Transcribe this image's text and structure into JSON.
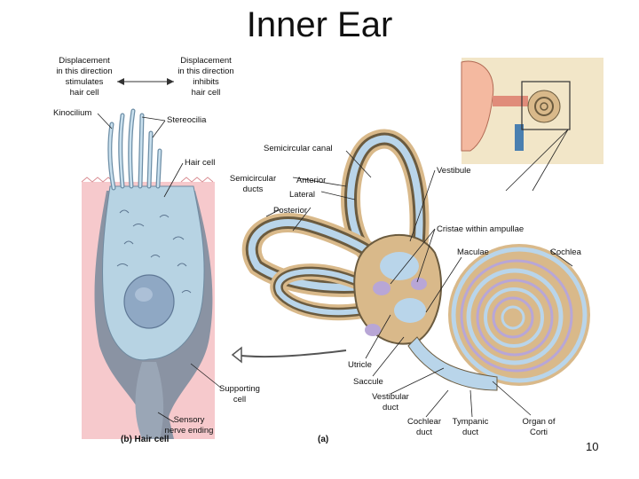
{
  "title": "Inner Ear",
  "page_number": "10",
  "hair_cell_panel": {
    "displacement_stimulates": [
      "Displacement",
      "in this direction",
      "stimulates",
      "hair cell"
    ],
    "displacement_inhibits": [
      "Displacement",
      "in this direction",
      "inhibits",
      "hair cell"
    ],
    "kinocilium": "Kinocilium",
    "stereocilia": "Stereocilia",
    "hair_cell": "Hair cell",
    "supporting_cell": [
      "Supporting",
      "cell"
    ],
    "sensory_nerve_ending": [
      "Sensory",
      "nerve ending"
    ],
    "caption": "(b) Hair cell"
  },
  "labyrinth_panel": {
    "semicircular_canal": "Semicircular canal",
    "semicircular_ducts": [
      "Semicircular",
      "ducts"
    ],
    "anterior": "Anterior",
    "lateral": "Lateral",
    "posterior": "Posterior",
    "vestibule": "Vestibule",
    "cristae": "Cristae within ampullae",
    "maculae": "Maculae",
    "cochlea": "Cochlea",
    "utricle": "Utricle",
    "saccule": "Saccule",
    "vestibular_duct": [
      "Vestibular",
      "duct"
    ],
    "cochlear_duct": [
      "Cochlear",
      "duct"
    ],
    "tympanic_duct": [
      "Tympanic",
      "duct"
    ],
    "organ_of_corti": [
      "Organ of",
      "Corti"
    ],
    "caption": "(a)"
  },
  "colors": {
    "hair_cell_fill": "#b7d3e3",
    "tissue_pink": "#f6c9cc",
    "nucleus": "#8fa8c4",
    "bone": "#d9b98a",
    "duct_blue": "#b9d5ea",
    "accent_purple": "#b8a6d6"
  }
}
